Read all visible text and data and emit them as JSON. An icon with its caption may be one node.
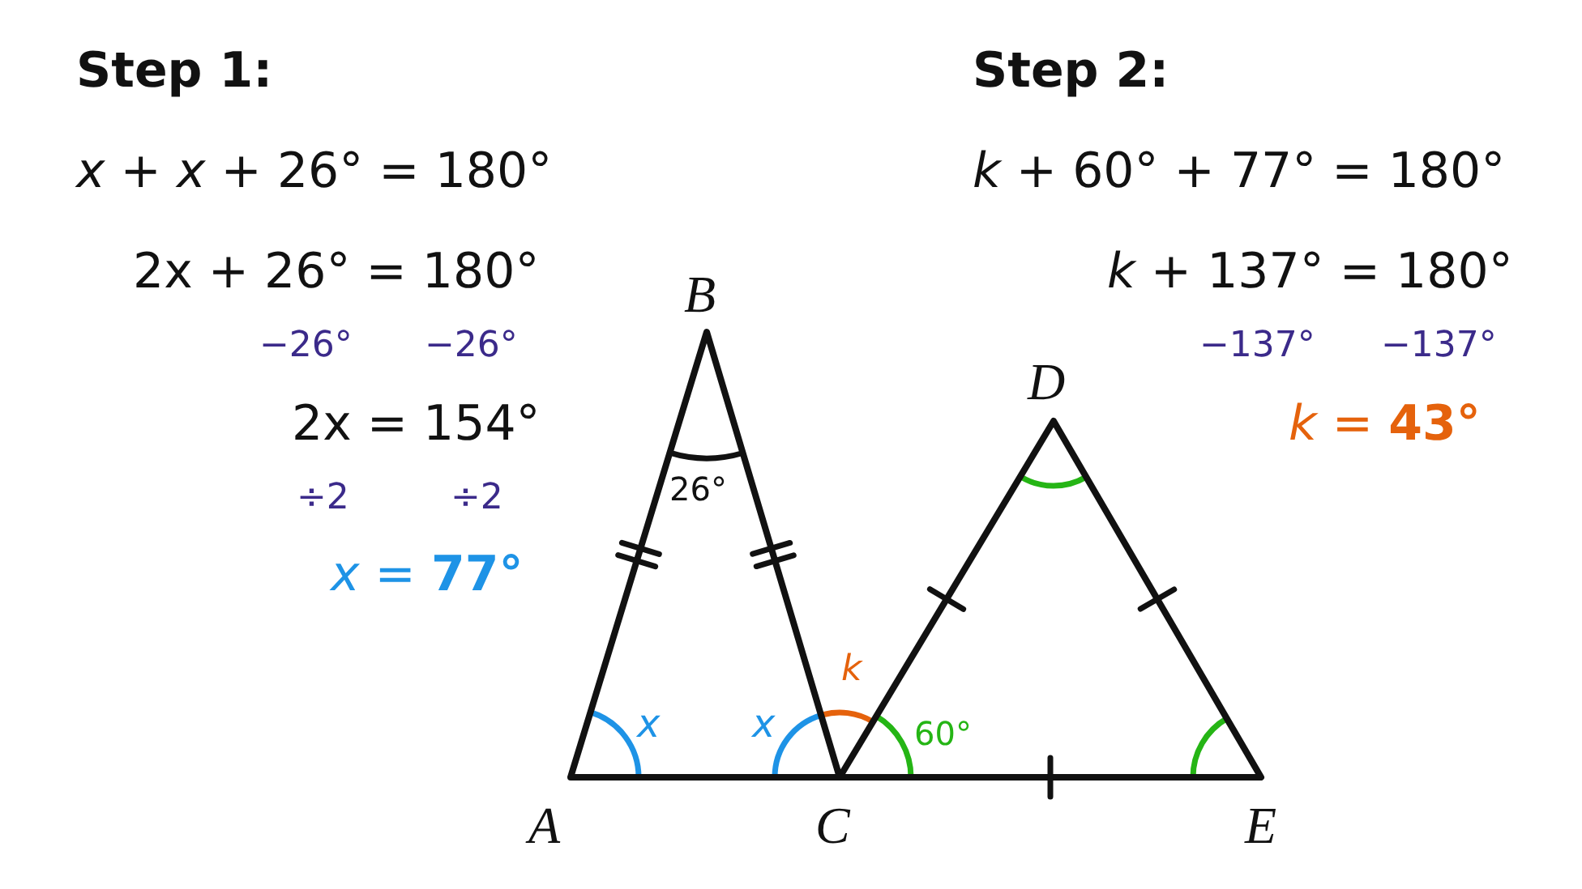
{
  "diagram": {
    "labels": [
      "Step 1:",
      "Step 2:",
      "*x* + *x* + 26° = 180°",
      "*k* + 60° + 77° = 180°",
      "2x + 26° = 180°",
      "B",
      "*k* + 137° = 180°",
      "−26°",
      "−26°",
      "−137°",
      "−137°",
      "2x = 154°",
      "D",
      "*k* = **43°**",
      "÷2",
      "÷2",
      "26°",
      "*x* = **77°**",
      "*k*",
      "*x*",
      "*x*",
      "60°",
      "A",
      "C",
      "E"
    ]
  }
}
